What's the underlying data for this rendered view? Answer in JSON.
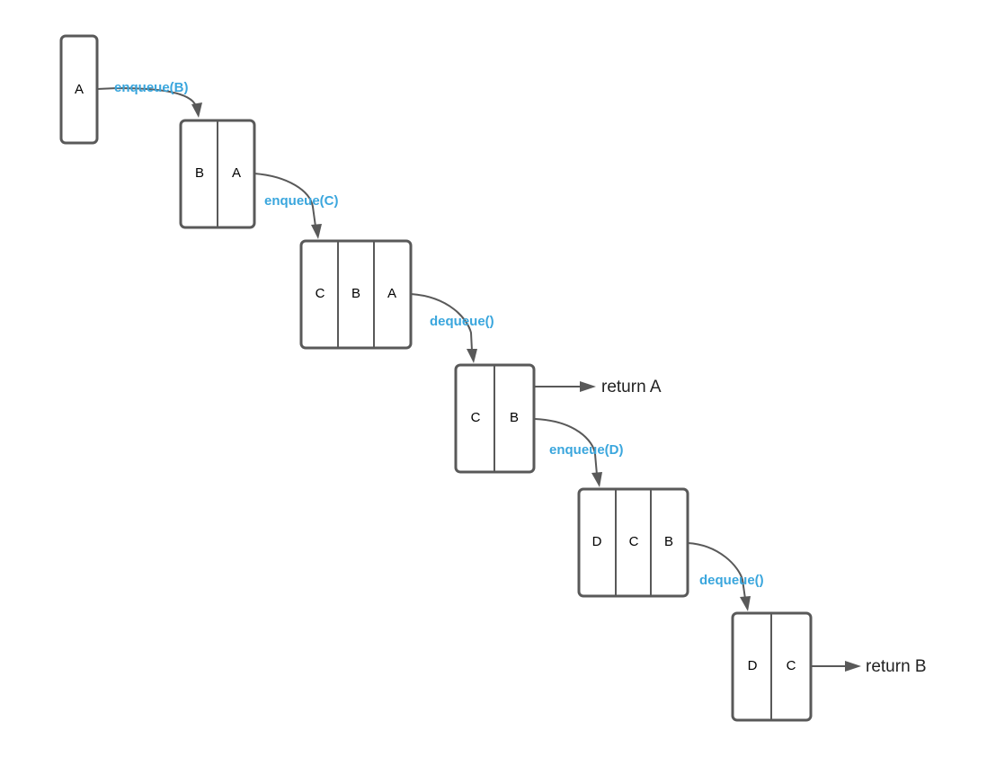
{
  "colors": {
    "operation_text": "#3aa6dd",
    "outline": "#595959",
    "cell_text": "#000000",
    "return_text": "#222222"
  },
  "queues": [
    {
      "cells": [
        "A"
      ]
    },
    {
      "cells": [
        "B",
        "A"
      ]
    },
    {
      "cells": [
        "C",
        "B",
        "A"
      ]
    },
    {
      "cells": [
        "C",
        "B"
      ]
    },
    {
      "cells": [
        "D",
        "C",
        "B"
      ]
    },
    {
      "cells": [
        "D",
        "C"
      ]
    }
  ],
  "operations": [
    {
      "label": "enqueue(B)"
    },
    {
      "label": "enqueue(C)"
    },
    {
      "label": "dequeue()"
    },
    {
      "label": "enqueue(D)"
    },
    {
      "label": "dequeue()"
    }
  ],
  "returns": [
    {
      "label": "return A"
    },
    {
      "label": "return B"
    }
  ]
}
